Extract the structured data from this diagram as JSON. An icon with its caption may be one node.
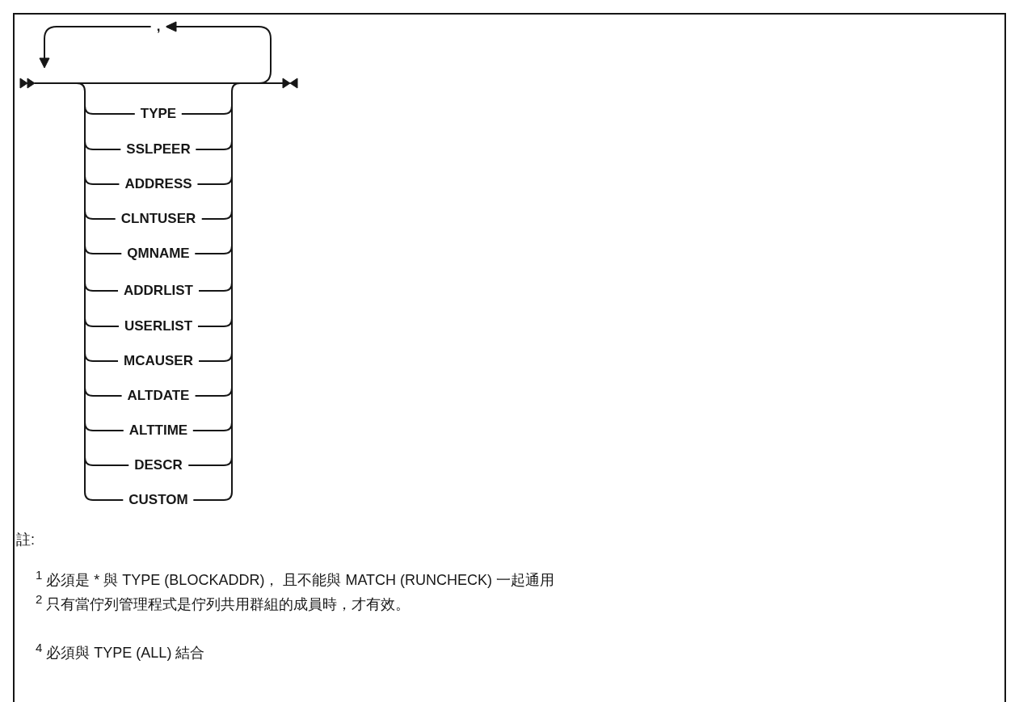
{
  "diagram": {
    "labels": [
      ",",
      "TYPE",
      "SSLPEER",
      "ADDRESS",
      "CLNTUSER",
      "QMNAME",
      "ADDRLIST",
      "USERLIST",
      "MCAUSER",
      "ALTDATE",
      "ALTTIME",
      "DESCR",
      "CUSTOM",
      "註:",
      "$^{1}$ 必須是 * 與 TYPE (BLOCKADDR)， 且不能與 MATCH (RUNCHECK) 一起通用",
      "$^{2}$ 只有當佇列管理程式是佇列共用群組的成員時，才有效。",
      "$^{4}$ 必須與 TYPE (ALL) 結合"
    ]
  }
}
